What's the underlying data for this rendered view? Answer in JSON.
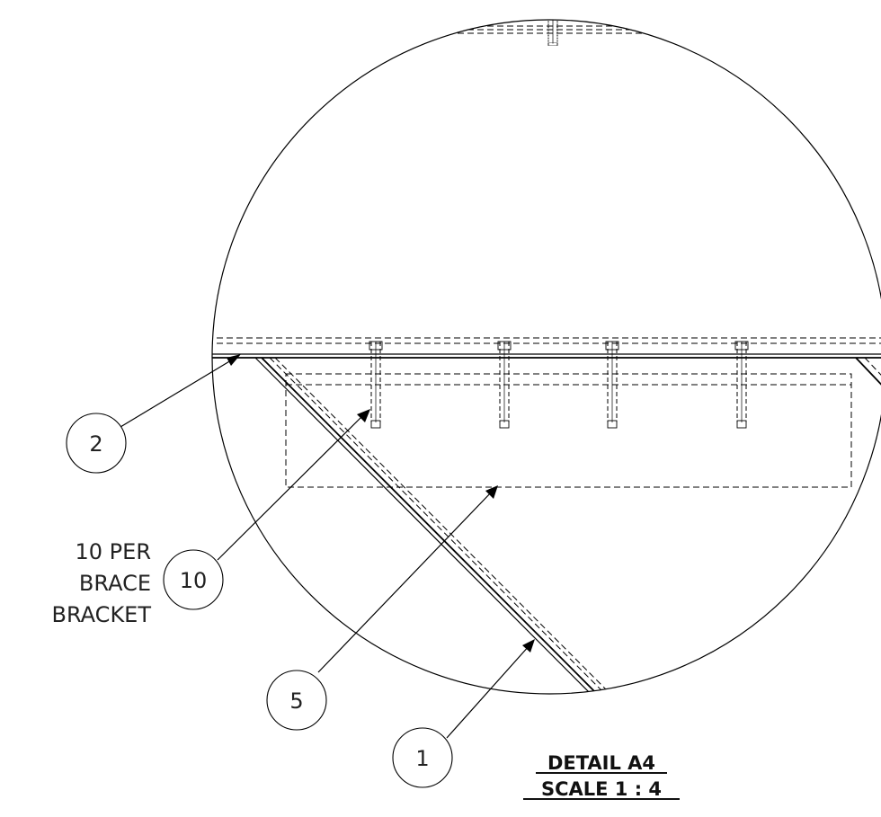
{
  "balloons": [
    {
      "id": "b2",
      "label": "2"
    },
    {
      "id": "b10",
      "label": "10"
    },
    {
      "id": "b5",
      "label": "5"
    },
    {
      "id": "b1",
      "label": "1"
    }
  ],
  "note": {
    "line1": "10 PER",
    "line2": "BRACE",
    "line3": "BRACKET"
  },
  "detail": {
    "title": "DETAIL A4",
    "scale": "SCALE 1 : 4"
  }
}
